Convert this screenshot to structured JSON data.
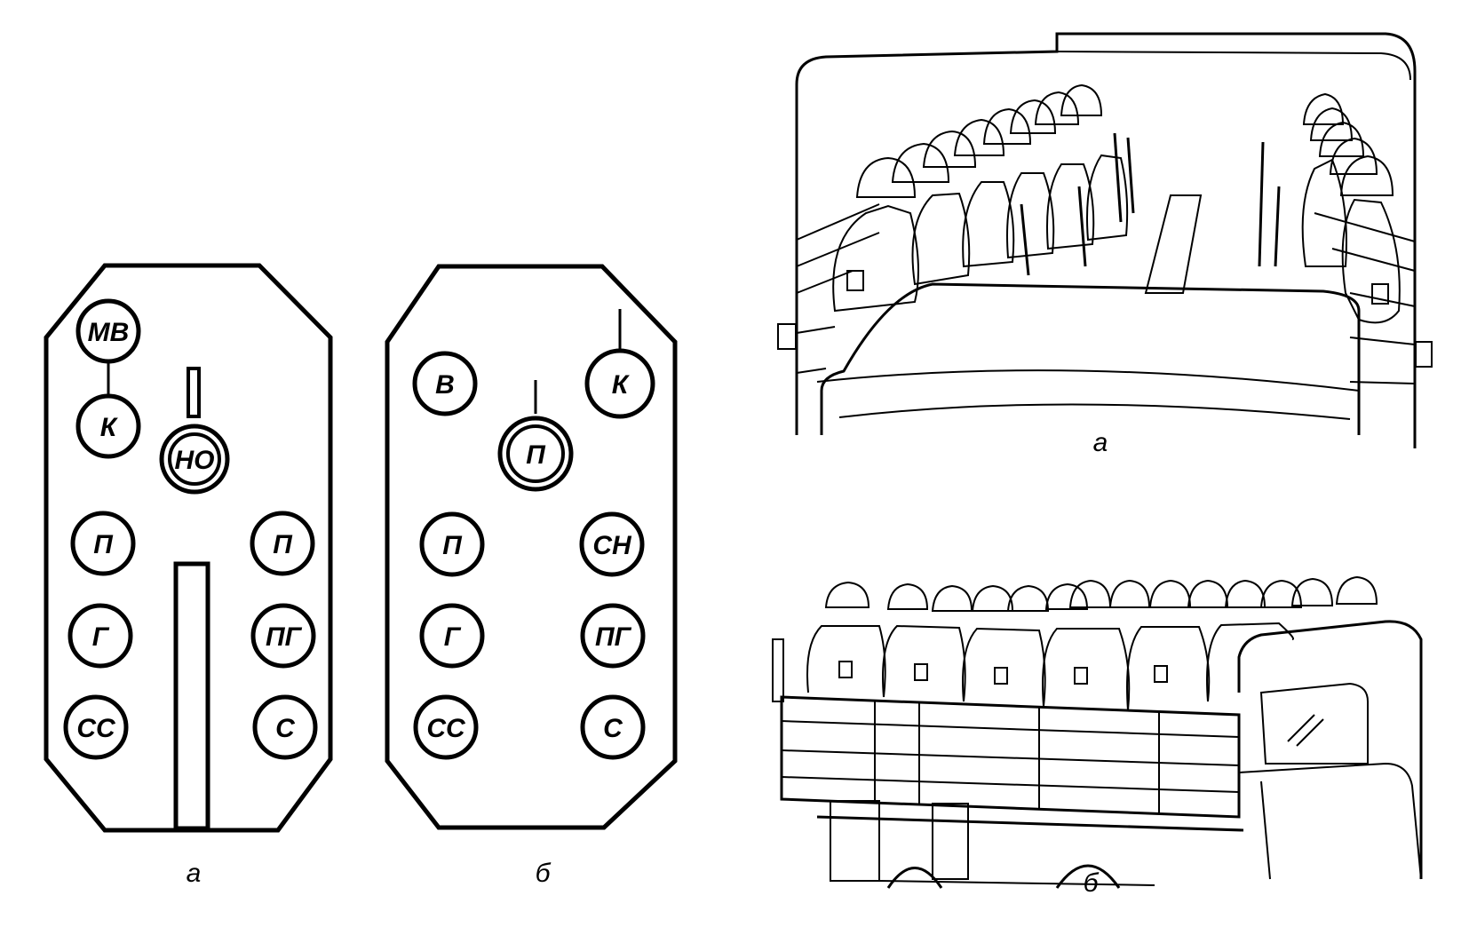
{
  "diagram_a": {
    "caption": "а",
    "seats": {
      "mv": "МВ",
      "k": "К",
      "no": "НО",
      "l1": "П",
      "l2": "Г",
      "l3": "СС",
      "r1": "П",
      "r2": "ПГ",
      "r3": "С"
    }
  },
  "diagram_b": {
    "caption": "б",
    "seats": {
      "v": "В",
      "k": "К",
      "p": "П",
      "l1": "П",
      "l2": "Г",
      "l3": "СС",
      "r1": "СН",
      "r2": "ПГ",
      "r3": "С"
    }
  },
  "illustration_a": {
    "caption": "а"
  },
  "illustration_b": {
    "caption": "б"
  }
}
